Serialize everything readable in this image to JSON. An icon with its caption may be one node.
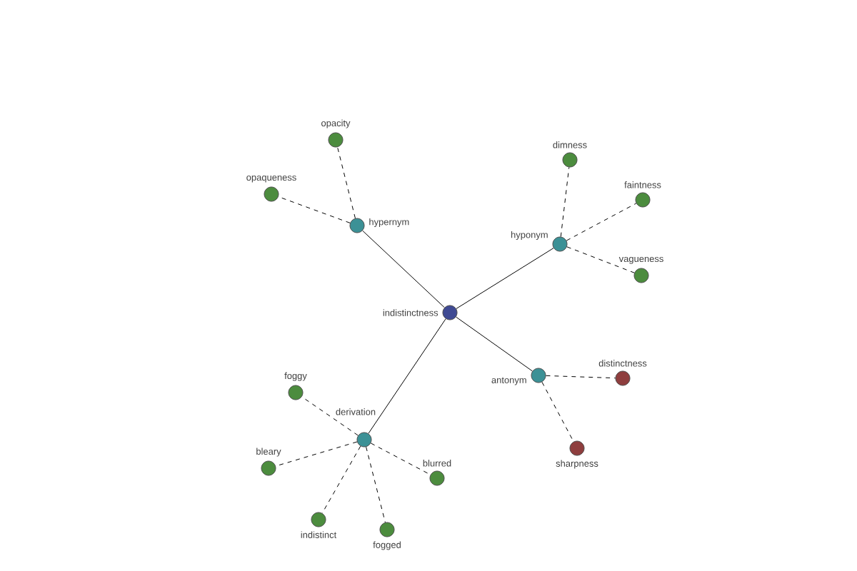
{
  "diagram": {
    "nodes": [
      {
        "text": [
          "indistinctness"
        ]
      },
      {
        "text": [
          "hypernym"
        ]
      },
      {
        "text": [
          "opacity"
        ]
      },
      {
        "text": [
          "opaqueness"
        ]
      },
      {
        "text": [
          "hyponym"
        ]
      },
      {
        "text": [
          "dimness"
        ]
      },
      {
        "text": [
          "faintness"
        ]
      },
      {
        "text": [
          "vagueness"
        ]
      },
      {
        "text": [
          "antonym"
        ]
      },
      {
        "text": [
          "distinctness"
        ]
      },
      {
        "text": [
          "sharpness"
        ]
      },
      {
        "text": [
          "derivation"
        ]
      },
      {
        "text": [
          "foggy"
        ]
      },
      {
        "text": [
          "bleary"
        ]
      },
      {
        "text": [
          "indistinct"
        ]
      },
      {
        "text": [
          "fogged"
        ]
      },
      {
        "text": [
          "blurred"
        ]
      }
    ],
    "edges": [
      {
        "from": 0,
        "to": 1,
        "arrow": "none"
      },
      {
        "from": 0,
        "to": 4,
        "arrow": "none"
      },
      {
        "from": 0,
        "to": 8,
        "arrow": "none"
      },
      {
        "from": 0,
        "to": 11,
        "arrow": "none"
      },
      {
        "from": 1,
        "to": 2,
        "arrow": "none",
        "style": "dashed"
      },
      {
        "from": 1,
        "to": 3,
        "arrow": "none",
        "style": "dashed"
      },
      {
        "from": 4,
        "to": 5,
        "arrow": "none",
        "style": "dashed"
      },
      {
        "from": 4,
        "to": 6,
        "arrow": "none",
        "style": "dashed"
      },
      {
        "from": 4,
        "to": 7,
        "arrow": "none",
        "style": "dashed"
      },
      {
        "from": 8,
        "to": 9,
        "arrow": "none",
        "style": "dashed"
      },
      {
        "from": 8,
        "to": 10,
        "arrow": "none",
        "style": "dashed"
      },
      {
        "from": 11,
        "to": 12,
        "arrow": "none",
        "style": "dashed"
      },
      {
        "from": 11,
        "to": 13,
        "arrow": "none",
        "style": "dashed"
      },
      {
        "from": 11,
        "to": 14,
        "arrow": "none",
        "style": "dashed"
      },
      {
        "from": 11,
        "to": 15,
        "arrow": "none",
        "style": "dashed"
      },
      {
        "from": 11,
        "to": 16,
        "arrow": "none",
        "style": "dashed"
      }
    ]
  }
}
